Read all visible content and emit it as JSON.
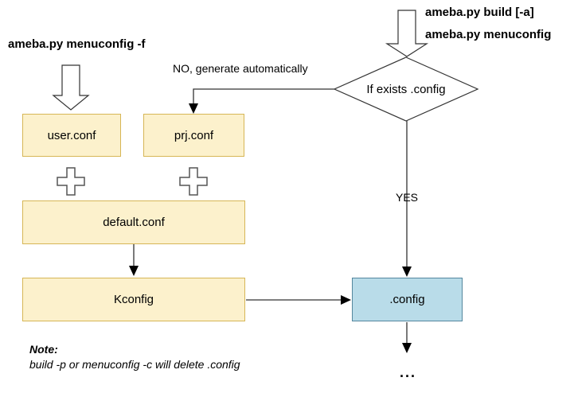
{
  "diagram": {
    "left_flow": {
      "title": "ameba.py menuconfig -f",
      "user_conf_label": "user.conf",
      "prj_conf_label": "prj.conf",
      "default_conf_label": "default.conf",
      "kconfig_label": "Kconfig"
    },
    "right_flow": {
      "command_line1": "ameba.py build [-a]",
      "command_line2": "ameba.py menuconfig",
      "decision_label": "If exists .config",
      "no_branch_label": "NO, generate automatically",
      "yes_branch_label": "YES",
      "config_box_label": ".config",
      "continuation_label": "..."
    },
    "note": {
      "title": "Note:",
      "body": "build -p or menuconfig -c will delete .config"
    },
    "colors": {
      "yellow_box_fill": "#FCF1CC",
      "yellow_box_border": "#D6B656",
      "blue_box_fill": "#B9DCE9",
      "blue_box_border": "#54879E",
      "line_color": "#333333",
      "shape_fill": "#ffffff",
      "arrowhead_fill": "#000000"
    }
  }
}
